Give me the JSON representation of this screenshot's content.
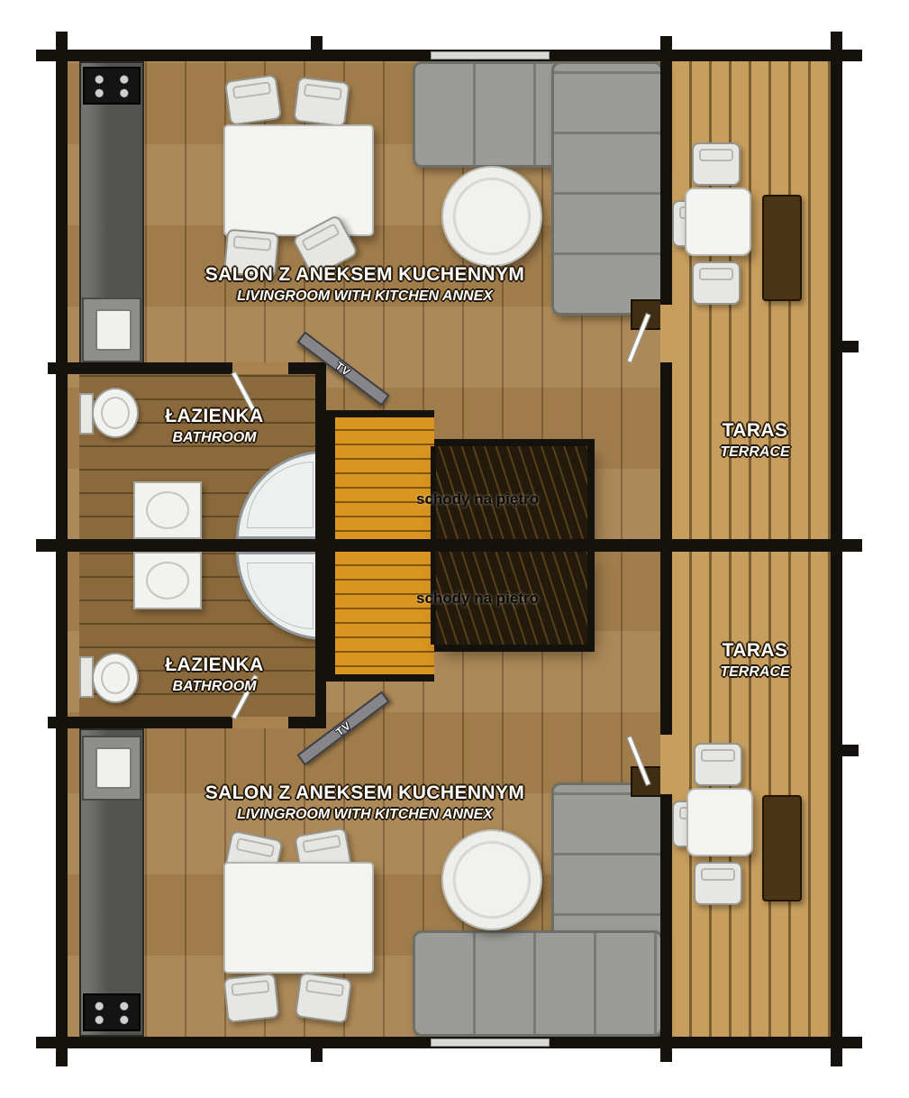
{
  "plan": {
    "kind": "architectural floor plan, top-down view, two mirrored units",
    "units": [
      {
        "id": "unit-top",
        "rooms": [
          {
            "id": "living-top",
            "label_pl": "SALON Z ANEKSEM KUCHENNYM",
            "label_en": "LIVINGROOM WITH KITCHEN ANNEX"
          },
          {
            "id": "bathroom-top",
            "label_pl": "ŁAZIENKA",
            "label_en": "BATHROOM"
          },
          {
            "id": "terrace-top",
            "label_pl": "TARAS",
            "label_en": "TERRACE"
          }
        ],
        "annotations": [
          {
            "id": "stairs-top",
            "text": "schody na piętro"
          },
          {
            "id": "tv-top",
            "text": "TV"
          }
        ]
      },
      {
        "id": "unit-bottom",
        "rooms": [
          {
            "id": "living-bottom",
            "label_pl": "SALON Z ANEKSEM KUCHENNYM",
            "label_en": "LIVINGROOM WITH KITCHEN ANNEX"
          },
          {
            "id": "bathroom-bottom",
            "label_pl": "ŁAZIENKA",
            "label_en": "BATHROOM"
          },
          {
            "id": "terrace-bottom",
            "label_pl": "TARAS",
            "label_en": "TERRACE"
          }
        ],
        "annotations": [
          {
            "id": "stairs-bottom",
            "text": "schody na piętro"
          },
          {
            "id": "tv-bottom",
            "text": "TV"
          }
        ]
      }
    ]
  },
  "colors": {
    "background": "#ffffff",
    "wall": "#15120e",
    "living_floor": "#a8834f",
    "terrace_floor": "#c79e5e",
    "bathroom_floor": "#8a693c",
    "stairs_orange": "#d9951f",
    "stairs_dark": "#241a0c",
    "sofa_gray": "#9b9b97",
    "furniture_white": "#f3f3f1",
    "kitchen_counter": "#53534f",
    "bench_brown": "#4a3418"
  }
}
